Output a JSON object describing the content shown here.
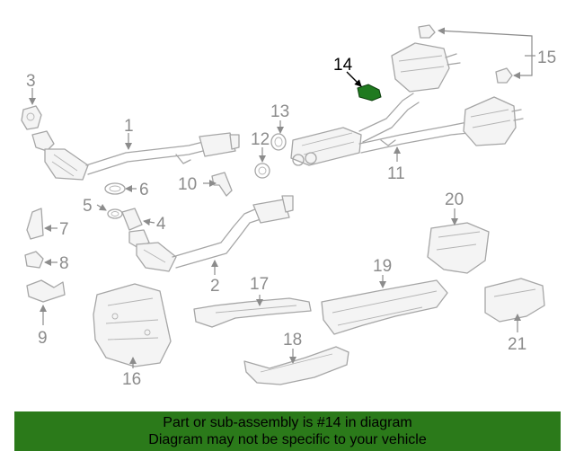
{
  "callouts": {
    "c1": "1",
    "c2": "2",
    "c3": "3",
    "c4": "4",
    "c5": "5",
    "c6": "6",
    "c7": "7",
    "c8": "8",
    "c9": "9",
    "c10": "10",
    "c11": "11",
    "c12": "12",
    "c13": "13",
    "c14": "14",
    "c15": "15",
    "c16": "16",
    "c17": "17",
    "c18": "18",
    "c19": "19",
    "c20": "20",
    "c21": "21"
  },
  "highlighted_part": "14",
  "colors": {
    "banner_background": "#2b7a1a",
    "highlight_part": "#1f7a1f",
    "line_art": "#a6a6a6"
  },
  "banner": {
    "line1": "Part or sub-assembly is #14 in diagram",
    "line2": "Diagram may not be specific to your vehicle"
  }
}
